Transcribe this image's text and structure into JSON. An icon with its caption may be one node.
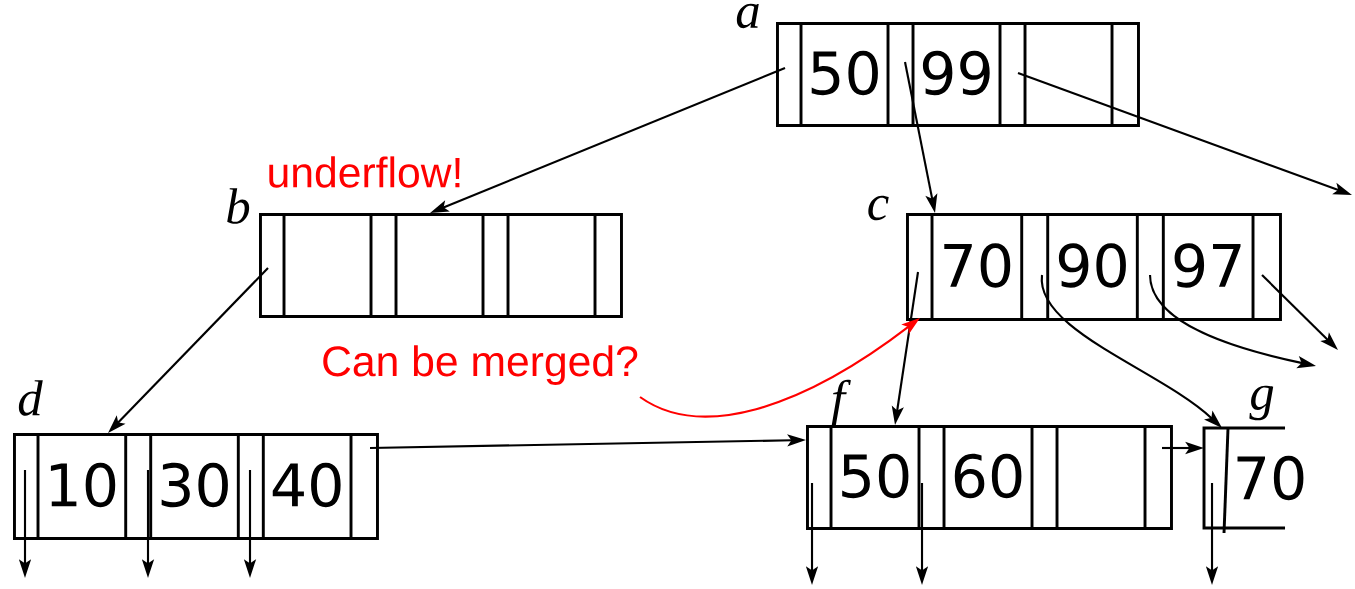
{
  "diagram": {
    "nodes": [
      {
        "text": [
          "a",
          "50",
          "99"
        ]
      },
      {
        "text": [
          "b"
        ],
        "beside": [
          "underflow!"
        ]
      },
      {
        "text": [
          "c",
          "70",
          "90",
          "97"
        ]
      },
      {
        "text": [
          "Can be merged?"
        ]
      },
      {
        "text": [
          "d",
          "10",
          "30",
          "40"
        ]
      },
      {
        "text": [
          "f",
          "50",
          "60"
        ]
      },
      {
        "text": [
          "g",
          "70"
        ]
      }
    ],
    "edges": [
      {
        "from": 0,
        "to": 1,
        "arrow": "to"
      },
      {
        "from": 0,
        "to": 2,
        "arrow": "to"
      },
      {
        "from": 0,
        "to": null,
        "arrow": "to"
      },
      {
        "from": 1,
        "to": 4,
        "arrow": "to"
      },
      {
        "from": 2,
        "to": 5,
        "arrow": "to"
      },
      {
        "from": 2,
        "to": 6,
        "arrow": "to"
      },
      {
        "from": 2,
        "to": null,
        "arrow": "to"
      },
      {
        "from": 2,
        "to": null,
        "arrow": "to"
      },
      {
        "from": 4,
        "to": 5,
        "arrow": "to"
      },
      {
        "from": 5,
        "to": 6,
        "arrow": "to"
      },
      {
        "from": 4,
        "to": null,
        "arrow": "to"
      },
      {
        "from": 4,
        "to": null,
        "arrow": "to"
      },
      {
        "from": 4,
        "to": null,
        "arrow": "to"
      },
      {
        "from": 5,
        "to": null,
        "arrow": "to"
      },
      {
        "from": 5,
        "to": null,
        "arrow": "to"
      },
      {
        "from": 6,
        "to": null,
        "arrow": "to"
      },
      {
        "from": 3,
        "to": 2,
        "arrow": "to",
        "color": "#ff0000"
      }
    ]
  }
}
